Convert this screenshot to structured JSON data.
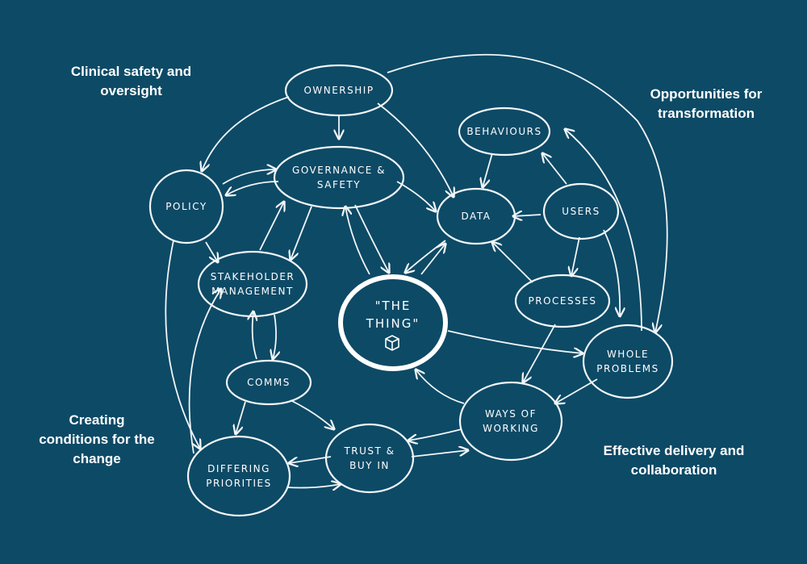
{
  "regions": {
    "clinical": {
      "lines": [
        "Clinical safety and",
        "oversight"
      ]
    },
    "opportunities": {
      "lines": [
        "Opportunities for",
        "transformation"
      ]
    },
    "creating": {
      "lines": [
        "Creating",
        "conditions for the",
        "change"
      ]
    },
    "effective": {
      "lines": [
        "Effective delivery and",
        "collaboration"
      ]
    }
  },
  "nodes": {
    "ownership": {
      "lines": [
        "OWNERSHIP"
      ]
    },
    "governance": {
      "lines": [
        "GOVERNANCE &",
        "SAFETY"
      ]
    },
    "policy": {
      "lines": [
        "POLICY"
      ]
    },
    "behaviours": {
      "lines": [
        "BEHAVIOURS"
      ]
    },
    "data": {
      "lines": [
        "DATA"
      ]
    },
    "users": {
      "lines": [
        "USERS"
      ]
    },
    "stakeholder": {
      "lines": [
        "STAKEHOLDER",
        "MANAGEMENT"
      ]
    },
    "thing": {
      "lines": [
        "\"THE",
        "THING\""
      ]
    },
    "processes": {
      "lines": [
        "PROCESSES"
      ]
    },
    "whole": {
      "lines": [
        "WHOLE",
        "PROBLEMS"
      ]
    },
    "comms": {
      "lines": [
        "COMMS"
      ]
    },
    "ways": {
      "lines": [
        "WAYS OF",
        "WORKING"
      ]
    },
    "trust": {
      "lines": [
        "TRUST &",
        "BUY IN"
      ]
    },
    "differing": {
      "lines": [
        "DIFFERING",
        "PRIORITIES"
      ]
    }
  },
  "icons": {
    "thing": "cube-icon"
  },
  "colors": {
    "background": "#0d4a66",
    "ink": "#f2f6f8"
  }
}
